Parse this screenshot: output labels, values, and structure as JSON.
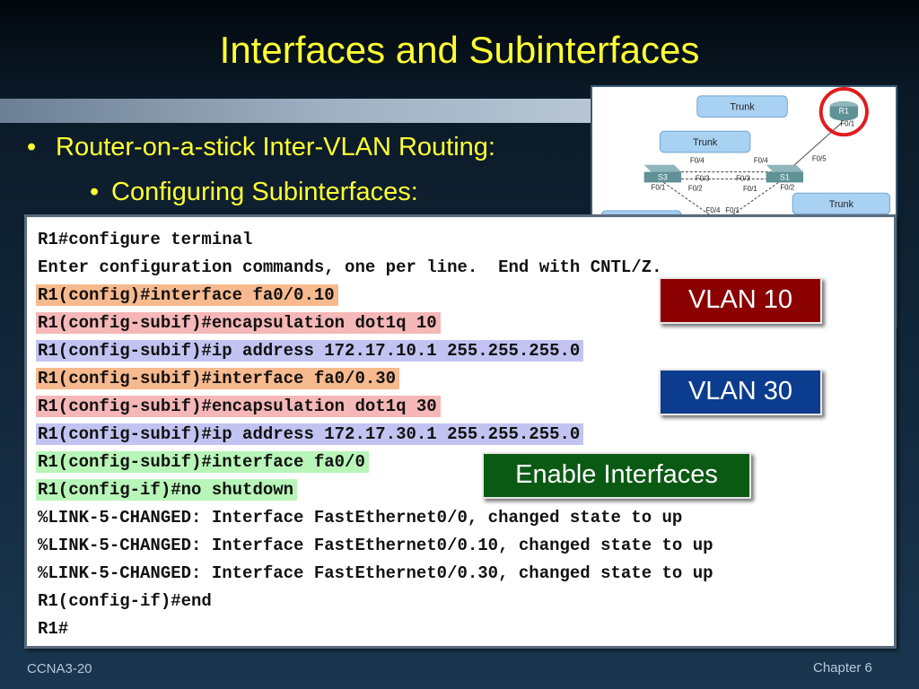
{
  "slide": {
    "title": "Interfaces and Subinterfaces",
    "bullets": [
      "Router-on-a-stick Inter-VLAN Routing:",
      "Configuring Subinterfaces:"
    ]
  },
  "terminal": {
    "lines": [
      {
        "text": "R1#configure terminal",
        "highlight": ""
      },
      {
        "text": "Enter configuration commands, one per line.  End with CNTL/Z.",
        "highlight": ""
      },
      {
        "text": "R1(config)#interface fa0/0.10",
        "highlight": "orange"
      },
      {
        "text": "R1(config-subif)#encapsulation dot1q 10",
        "highlight": "pink"
      },
      {
        "text": "R1(config-subif)#ip address 172.17.10.1 255.255.255.0",
        "highlight": "blue"
      },
      {
        "text": "R1(config-subif)#interface fa0/0.30",
        "highlight": "orange"
      },
      {
        "text": "R1(config-subif)#encapsulation dot1q 30",
        "highlight": "pink"
      },
      {
        "text": "R1(config-subif)#ip address 172.17.30.1 255.255.255.0",
        "highlight": "blue"
      },
      {
        "text": "R1(config-subif)#interface fa0/0",
        "highlight": "green"
      },
      {
        "text": "R1(config-if)#no shutdown",
        "highlight": "green"
      },
      {
        "text": "%LINK-5-CHANGED: Interface FastEthernet0/0, changed state to up",
        "highlight": ""
      },
      {
        "text": "%LINK-5-CHANGED: Interface FastEthernet0/0.10, changed state to up",
        "highlight": ""
      },
      {
        "text": "%LINK-5-CHANGED: Interface FastEthernet0/0.30, changed state to up",
        "highlight": ""
      },
      {
        "text": "R1(config-if)#end",
        "highlight": ""
      },
      {
        "text": "R1#",
        "highlight": ""
      }
    ]
  },
  "callouts": {
    "vlan10": "VLAN 10",
    "vlan30": "VLAN 30",
    "enable": "Enable Interfaces"
  },
  "diagram": {
    "trunk1": "Trunk",
    "trunk2": "Trunk",
    "trunk3": "Trunk",
    "r1": "R1",
    "s1": "S1",
    "s3": "S3",
    "ports": {
      "r1_f01": "F0/1",
      "s3_f04": "F0/4",
      "s3_f01": "F0/1",
      "s3_f03": "F0/3",
      "s3_f02": "F0/2",
      "s1_f04": "F0/4",
      "s1_f05": "F0/5",
      "s1_f03": "F0/3",
      "s1_f01": "F0/1",
      "s1_f02": "F0/2",
      "s2_f04": "F0/4",
      "s2_f01": "F0/1"
    }
  },
  "footer": {
    "left": "CCNA3-20",
    "right": "Chapter 6"
  },
  "colors": {
    "title": "#ffff33",
    "callout_red": "#8b0000",
    "callout_blue": "#0c3c8e",
    "callout_green": "#0b5a14"
  }
}
